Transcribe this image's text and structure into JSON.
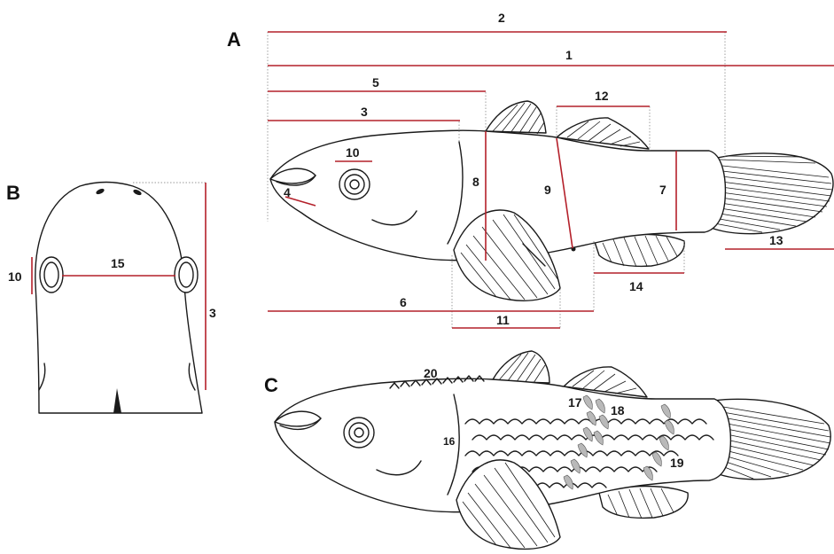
{
  "panels": {
    "a": "A",
    "b": "B",
    "c": "C"
  },
  "measurements_a": {
    "m1": "1",
    "m2": "2",
    "m3": "3",
    "m4": "4",
    "m5": "5",
    "m6": "6",
    "m7": "7",
    "m8": "8",
    "m9": "9",
    "m10": "10",
    "m11": "11",
    "m12": "12",
    "m13": "13",
    "m14": "14"
  },
  "measurements_b": {
    "m10": "10",
    "m15": "15",
    "m3": "3"
  },
  "features_c": {
    "f16": "16",
    "f17": "17",
    "f18": "18",
    "f19": "19",
    "f20": "20"
  },
  "colors": {
    "measurement_line": "#b4202a",
    "outline": "#1a1a1a",
    "highlight_scales": "#b9b9b9"
  }
}
